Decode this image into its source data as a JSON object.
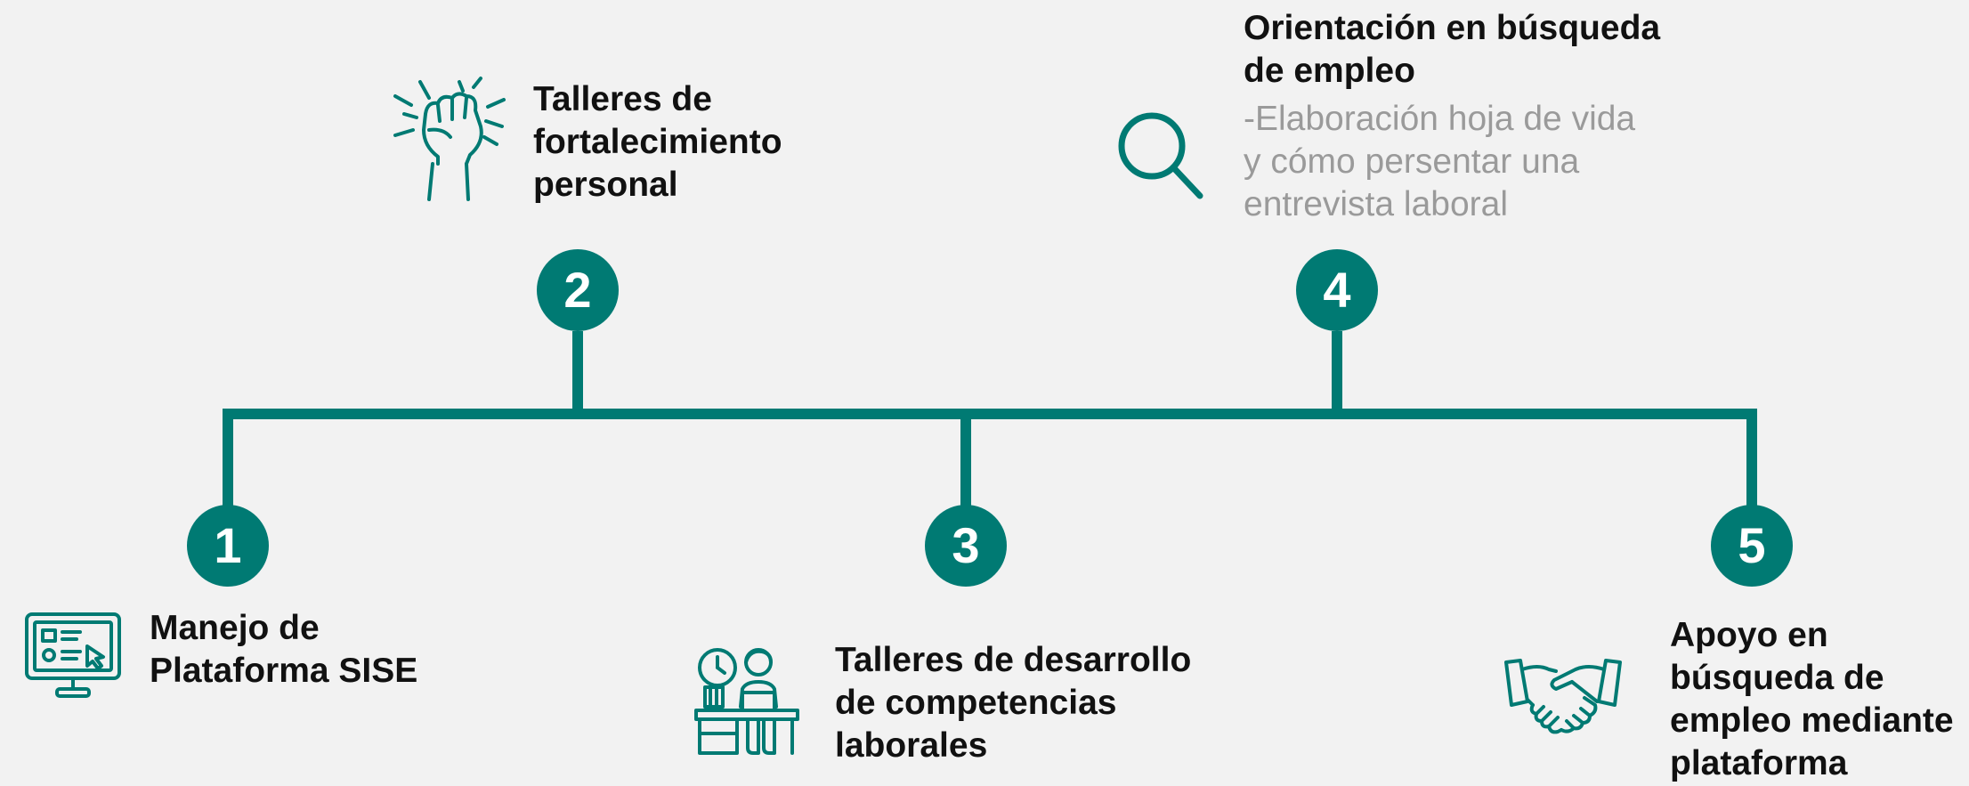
{
  "colors": {
    "accent": "#007a73",
    "text": "#111111",
    "muted": "#9a9a9a",
    "background": "#f2f2f2"
  },
  "steps": [
    {
      "number": "1",
      "label_lines": [
        "Manejo de",
        "Plataforma SISE"
      ],
      "icon": "monitor-icon"
    },
    {
      "number": "2",
      "label_lines": [
        "Talleres de",
        "fortalecimiento",
        "personal"
      ],
      "icon": "raised-fist-icon"
    },
    {
      "number": "3",
      "label_lines": [
        "Talleres de desarrollo",
        "de competencias",
        "laborales"
      ],
      "icon": "person-at-desk-icon"
    },
    {
      "number": "4",
      "label_lines": [
        "Orientación en búsqueda",
        "de empleo"
      ],
      "description_lines": [
        "-Elaboración hoja de vida",
        "y cómo persentar una",
        "entrevista laboral"
      ],
      "icon": "magnifier-icon"
    },
    {
      "number": "5",
      "label_lines": [
        "Apoyo en",
        "búsqueda de",
        "empleo mediante",
        "plataforma"
      ],
      "icon": "handshake-icon"
    }
  ]
}
